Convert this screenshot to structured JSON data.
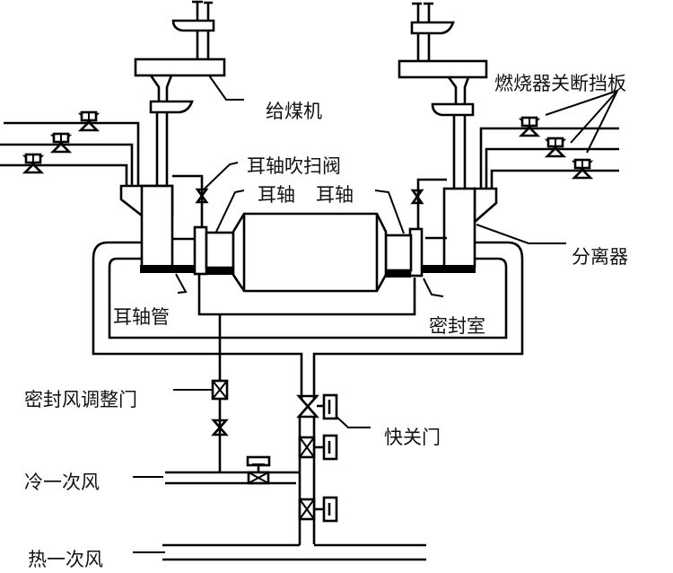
{
  "title": "Medium-speed coal mill sealing air & primary air system schematic",
  "colors": {
    "line": "#000000",
    "background": "#ffffff",
    "text": "#111111"
  },
  "labels": {
    "coal_feeder": "给煤机",
    "burner_shutoff_damper": "燃烧器关断挡板",
    "trunnion_purge_valve": "耳轴吹扫阀",
    "trunnion_left": "耳轴",
    "trunnion_right": "耳轴",
    "separator": "分离器",
    "trunnion_pipe": "耳轴管",
    "seal_chamber": "密封室",
    "seal_air_damper": "密封风调整门",
    "quick_shutoff_gate": "快关门",
    "cold_primary_air": "冷一次风",
    "hot_primary_air": "热一次风"
  }
}
